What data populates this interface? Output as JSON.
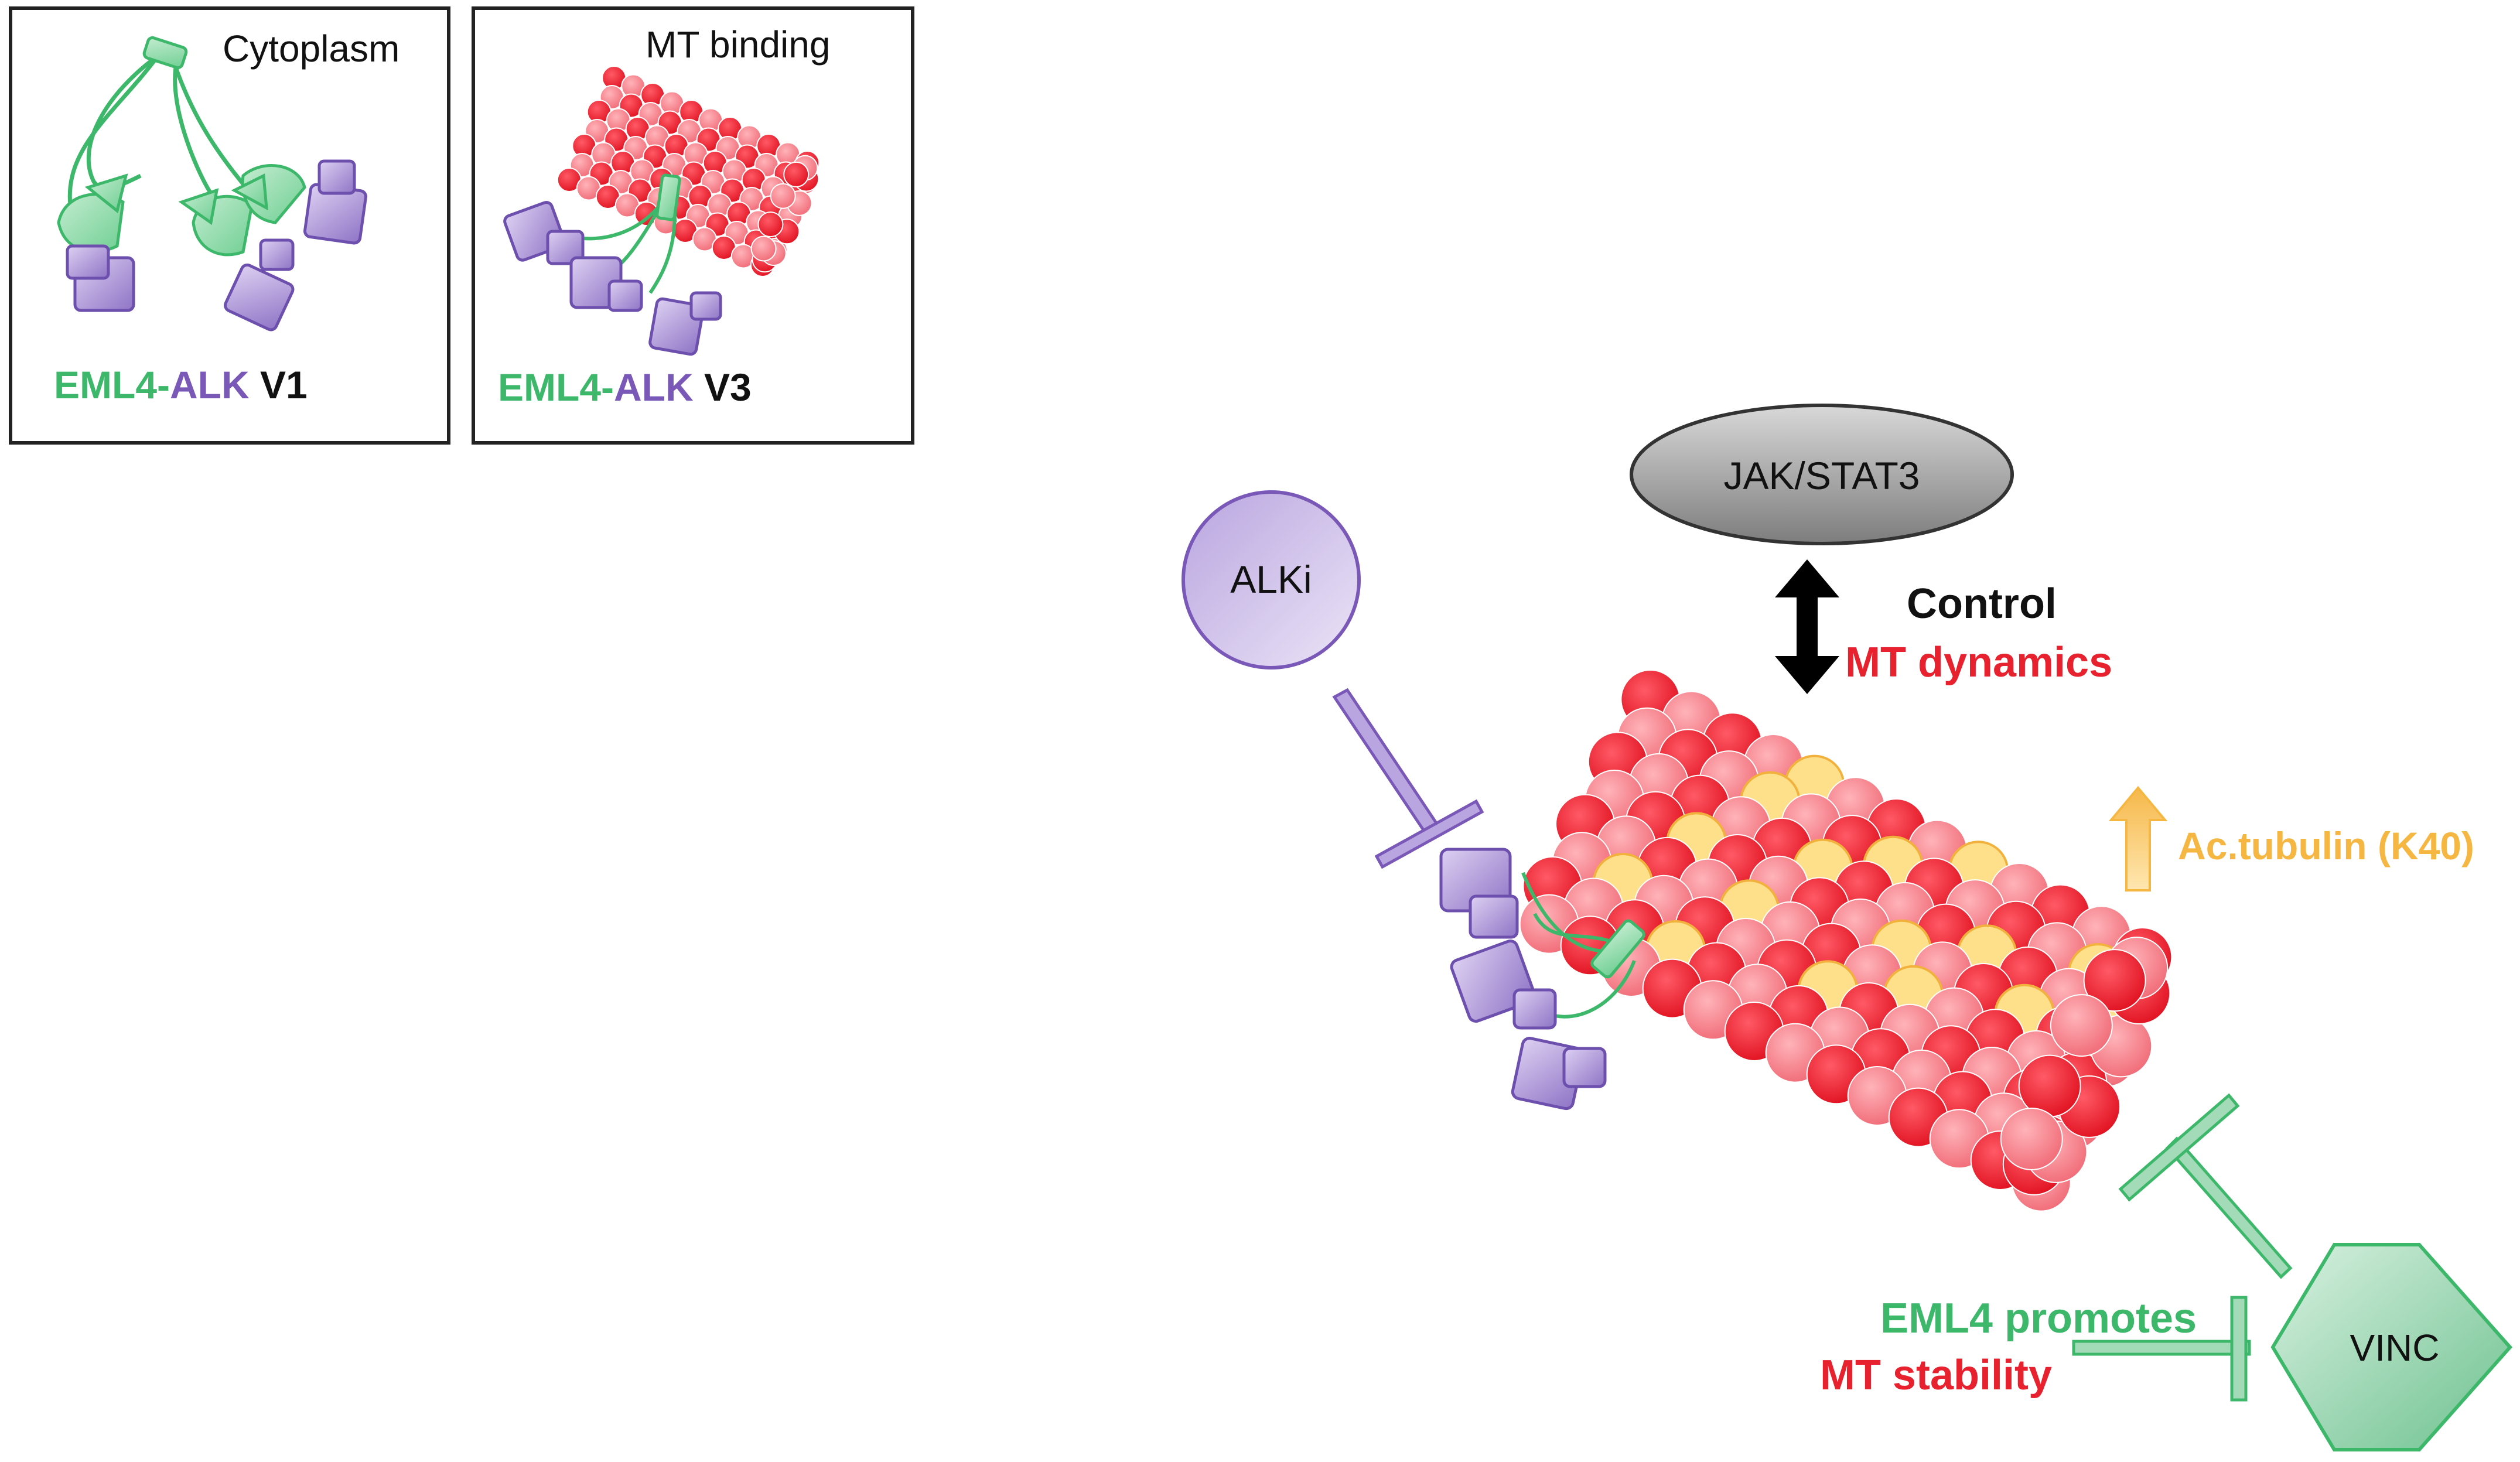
{
  "panel_v1": {
    "location_label": "Cytoplasm",
    "variant": {
      "eml4": "EML4",
      "dash": "-",
      "alk": "ALK",
      "version": " V1"
    }
  },
  "panel_v3": {
    "location_label": "MT binding",
    "variant": {
      "eml4": "EML4",
      "dash": "-",
      "alk": "ALK",
      "version": " V3"
    }
  },
  "main": {
    "alki_label": "ALKi",
    "jak_stat3_label": "JAK/STAT3",
    "control_label": "Control",
    "mt_dynamics_label": "MT dynamics",
    "ac_tubulin_label": "Ac.tubulin (K40)",
    "eml4_promotes_label": "EML4 promotes",
    "mt_stability_label": "MT stability",
    "vinc_label": "VINC"
  },
  "colors": {
    "eml4_green": "#3db86b",
    "alk_purple": "#7a58b8",
    "tubulin_red": "#e8212f",
    "tubulin_pink": "#f47c86",
    "acetyl_yellow": "#ffe08a",
    "ac_tubulin_orange": "#f5b642",
    "alki_fill": "#c8b9e6",
    "jak_fill": "#9e9e9e",
    "vinc_fill": "#a3dbb8"
  }
}
